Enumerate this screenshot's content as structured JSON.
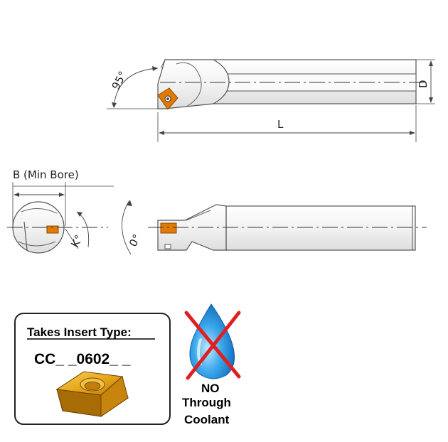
{
  "dimensions": {
    "angle_top": "95°",
    "diameter": "D",
    "length": "L",
    "min_bore": "B  (Min Bore)",
    "kappa": "K°",
    "zero_angle": "0°"
  },
  "insert_box": {
    "title": "Takes Insert Type:",
    "code": "CC_ _0602_ _"
  },
  "coolant": {
    "line1": "NO",
    "line2": "Through",
    "line3": "Coolant"
  },
  "colors": {
    "insert_orange": "#e07a00",
    "insert_gold": "#e8b020",
    "water_blue": "#2a9be0",
    "cross_red": "#e02020"
  }
}
